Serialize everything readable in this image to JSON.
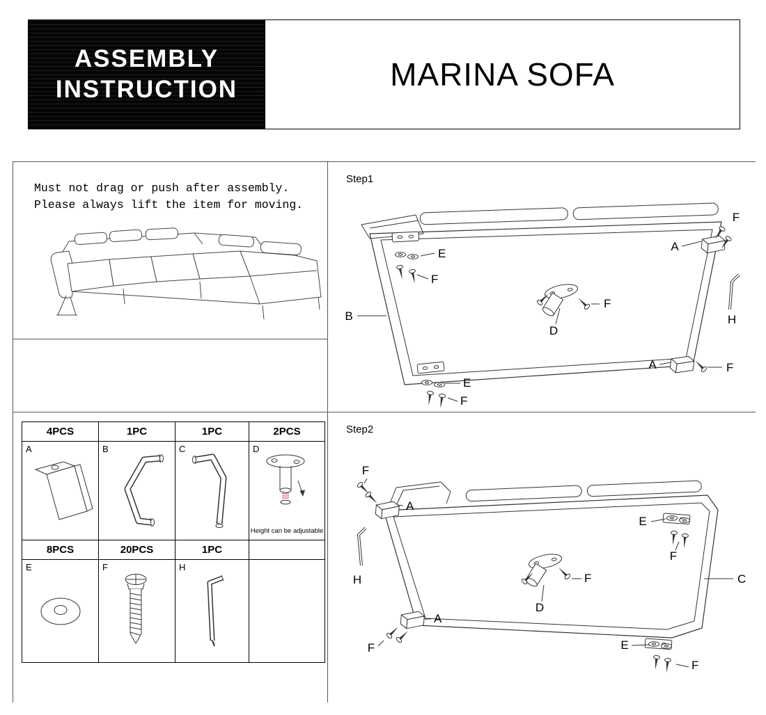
{
  "header": {
    "logo_line1": "ASSEMBLY",
    "logo_line2": "INSTRUCTION",
    "title": "MARINA SOFA"
  },
  "notice": {
    "line1": "Must not drag or push after assembly.",
    "line2": "Please always lift the item for moving."
  },
  "steps": {
    "step1": "Step1",
    "step2": "Step2"
  },
  "parts_table": {
    "qty_row1": [
      "4PCS",
      "1PC",
      "1PC",
      "2PCS"
    ],
    "letter_row1": [
      "A",
      "B",
      "C",
      "D"
    ],
    "d_note": "Height can be adjustable",
    "qty_row2": [
      "8PCS",
      "20PCS",
      "1PC",
      ""
    ],
    "letter_row2": [
      "E",
      "F",
      "H",
      ""
    ]
  },
  "step1_callouts": {
    "f_top_right": "F",
    "a_top_right": "A",
    "e_top_left": "E",
    "f_top_left": "F",
    "b_left": "B",
    "d_center": "D",
    "f_center": "F",
    "h_right": "H",
    "a_bottom_right": "A",
    "f_bottom_right": "F",
    "e_bottom_left": "E",
    "f_bottom_left": "F"
  },
  "step2_callouts": {
    "f_top_left": "F",
    "a_top_left": "A",
    "e_right_top": "E",
    "f_right_top": "F",
    "h_left": "H",
    "d_center": "D",
    "f_center": "F",
    "c_right": "C",
    "a_bottom_left": "A",
    "f_bottom_left": "F",
    "e_bottom_right": "E",
    "f_bottom_right": "F"
  }
}
